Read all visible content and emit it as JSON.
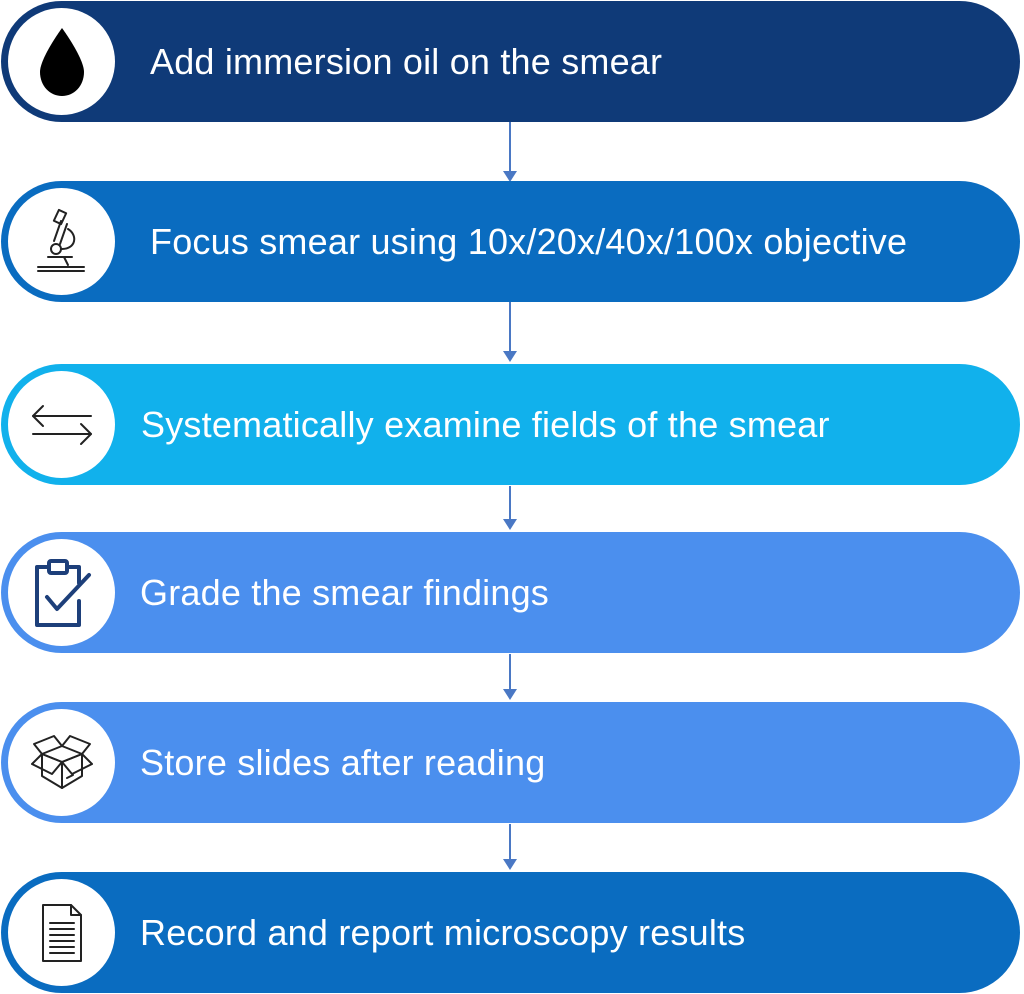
{
  "steps": [
    {
      "label": "Add immersion oil on the smear",
      "icon": "oil-drop-icon",
      "color": "#0f3a78"
    },
    {
      "label": "Focus smear using 10x/20x/40x/100x objective",
      "icon": "microscope-icon",
      "color": "#0a6cc0"
    },
    {
      "label": "Systematically examine fields of the smear",
      "icon": "arrows-left-right-icon",
      "color": "#11b1ec"
    },
    {
      "label": "Grade the smear findings",
      "icon": "clipboard-check-icon",
      "color": "#4b8fee"
    },
    {
      "label": "Store slides after reading",
      "icon": "open-box-icon",
      "color": "#4b8fee"
    },
    {
      "label": "Record and report microscopy results",
      "icon": "document-icon",
      "color": "#0a6cc0"
    }
  ],
  "connector_color": "#4a78c4"
}
